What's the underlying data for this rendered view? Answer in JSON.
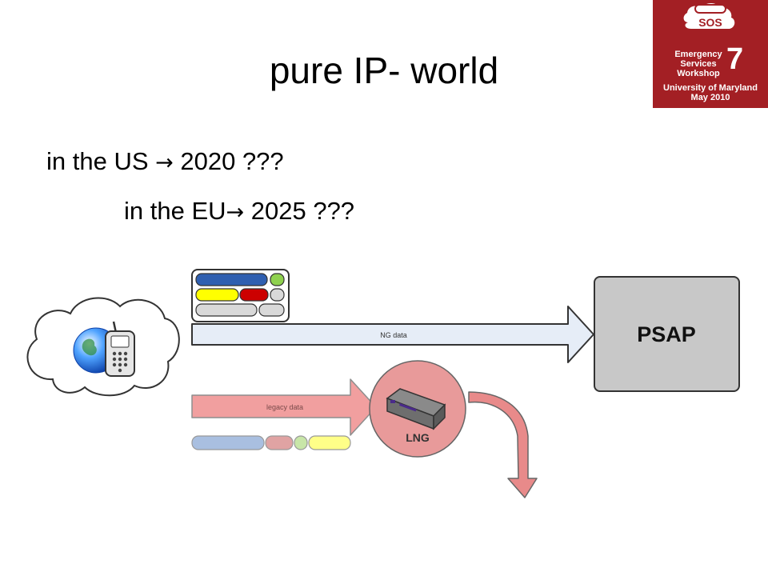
{
  "slide": {
    "title": "pure IP- world",
    "line1": {
      "prefix": "in the US ",
      "arrow": "→",
      "suffix": " 2020 ???"
    },
    "line2": {
      "prefix": "in the EU",
      "arrow": "→",
      "suffix": " 2025 ???"
    }
  },
  "logo": {
    "badge": "SOS",
    "line1": "Emergency",
    "line2": "Services",
    "line3": "Workshop",
    "number": "7",
    "line4": "University of Maryland",
    "line5": "May 2010"
  },
  "diagram": {
    "ng_label": "NG data",
    "legacy_label": "legacy data",
    "psap_label": "PSAP",
    "lng_label": "LNG"
  },
  "colors": {
    "brand_red": "#a31f24",
    "ng_arrow": "#e6edf7",
    "legacy_arrow": "#f19a9a",
    "lng_circle": "#e89a9a",
    "psap_box": "#c8c8c8",
    "blue": "#2f5fb0",
    "yellow": "#ffff00",
    "red": "#cc0000",
    "green": "#8fd14f",
    "gray": "#d9d9d9"
  }
}
